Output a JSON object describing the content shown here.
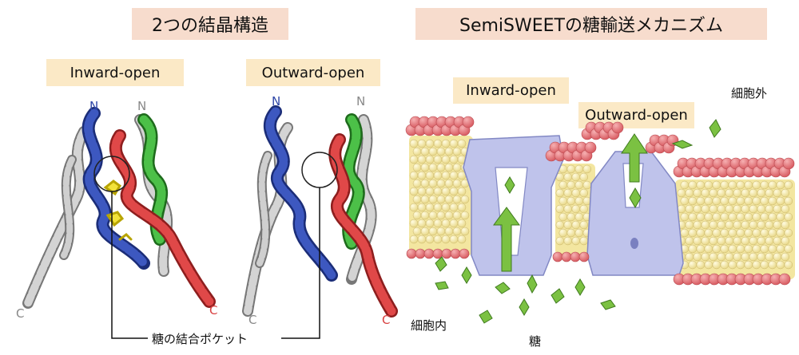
{
  "titles": {
    "left": "2つの結晶構造",
    "right": "SemiSWEETの糖輸送メカニズム"
  },
  "structures": {
    "inward_label": "Inward-open",
    "outward_label": "Outward-open",
    "n_terminus": "N",
    "c_terminus": "C",
    "pocket_label": "糖の結合ポケット"
  },
  "mechanism": {
    "inward_label": "Inward-open",
    "outward_label": "Outward-open",
    "outside": "細胞外",
    "inside": "細胞内",
    "sugar": "糖"
  },
  "colors": {
    "title_bg": "#f7dccd",
    "label_bg": "#fbe9c6",
    "helix_blue": "#2f47a8",
    "helix_red": "#d84040",
    "helix_green": "#3da33a",
    "helix_gray": "#c8c8c8",
    "lipid_head": "#e8787c",
    "lipid_tail": "#f6eba6",
    "transporter": "#bfc3eb",
    "sugar_green": "#7bc142"
  }
}
